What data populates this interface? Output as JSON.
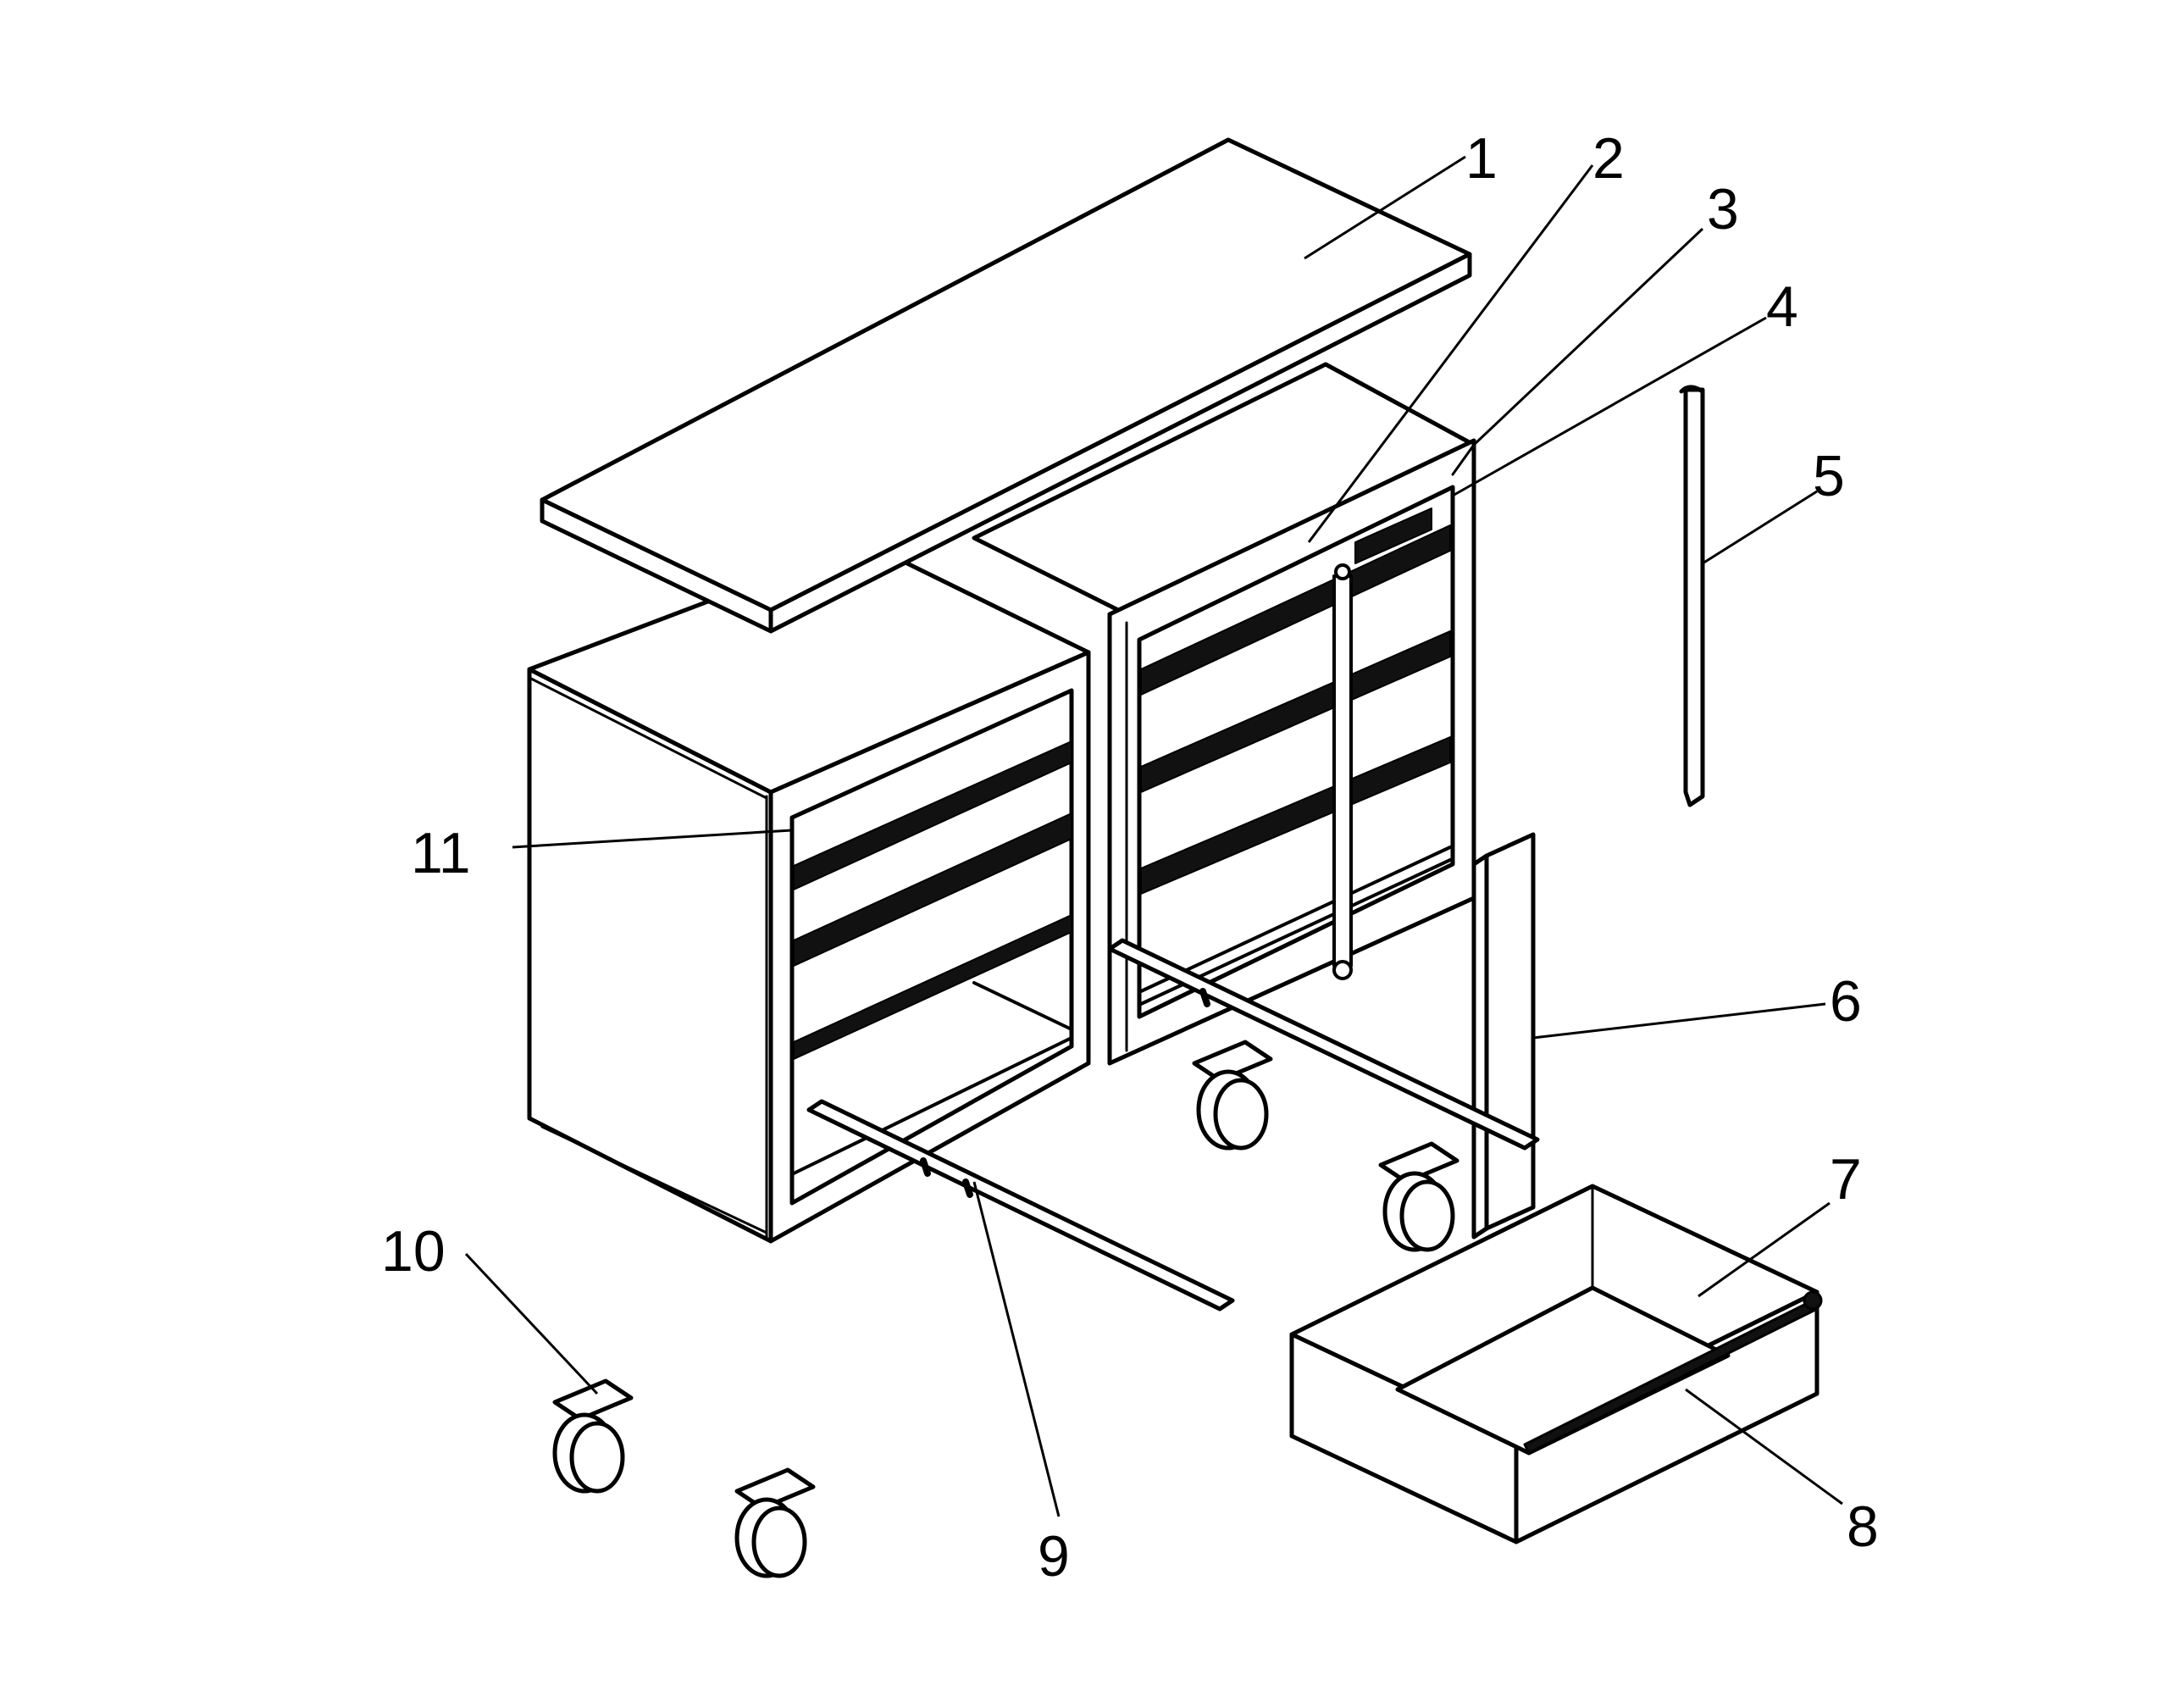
{
  "diagram": {
    "colors": {
      "line": "#000000",
      "fill": "#ffffff",
      "slot": "#111111"
    },
    "callouts": [
      {
        "id": "1",
        "label": "1"
      },
      {
        "id": "2",
        "label": "2"
      },
      {
        "id": "3",
        "label": "3"
      },
      {
        "id": "4",
        "label": "4"
      },
      {
        "id": "5",
        "label": "5"
      },
      {
        "id": "6",
        "label": "6"
      },
      {
        "id": "7",
        "label": "7"
      },
      {
        "id": "8",
        "label": "8"
      },
      {
        "id": "9",
        "label": "9"
      },
      {
        "id": "10",
        "label": "10"
      },
      {
        "id": "11",
        "label": "11"
      }
    ]
  }
}
